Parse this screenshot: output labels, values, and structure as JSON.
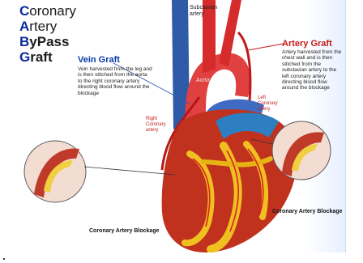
{
  "title": {
    "line1": {
      "cap": "C",
      "rest": "oronary"
    },
    "line2": {
      "cap": "A",
      "rest": "rtery"
    },
    "line3": {
      "cap": "B",
      "rest": "yPass"
    },
    "line4": {
      "cap": "G",
      "rest": "raft"
    }
  },
  "labels": {
    "subclavian": "Subclavian artery",
    "aorta": "Aorta",
    "right_coronary": "Right Coronary artery",
    "left_coronary": "Left Coronary artery"
  },
  "vein_graft": {
    "heading": "Vein Graft",
    "text": "Vein harvested from the leg and is then stitched from the aorta to the right coronary artery directing blood flow around the blockage"
  },
  "artery_graft": {
    "heading": "Artery Graft",
    "text": "Artery harvested from the chest wall and is then stitched from the subclavian artery to the left coronary artery directing blood flow around the blockage"
  },
  "blockage_left": "Coronary Artery Blockage",
  "blockage_right": "Coronary Artery Blockage",
  "colors": {
    "heart": "#c0321e",
    "artery": "#d82222",
    "vein": "#2f5aa8",
    "fat": "#f0c020",
    "title_blue": "#0a2aa0",
    "artery_heading": "#c41a1a"
  }
}
